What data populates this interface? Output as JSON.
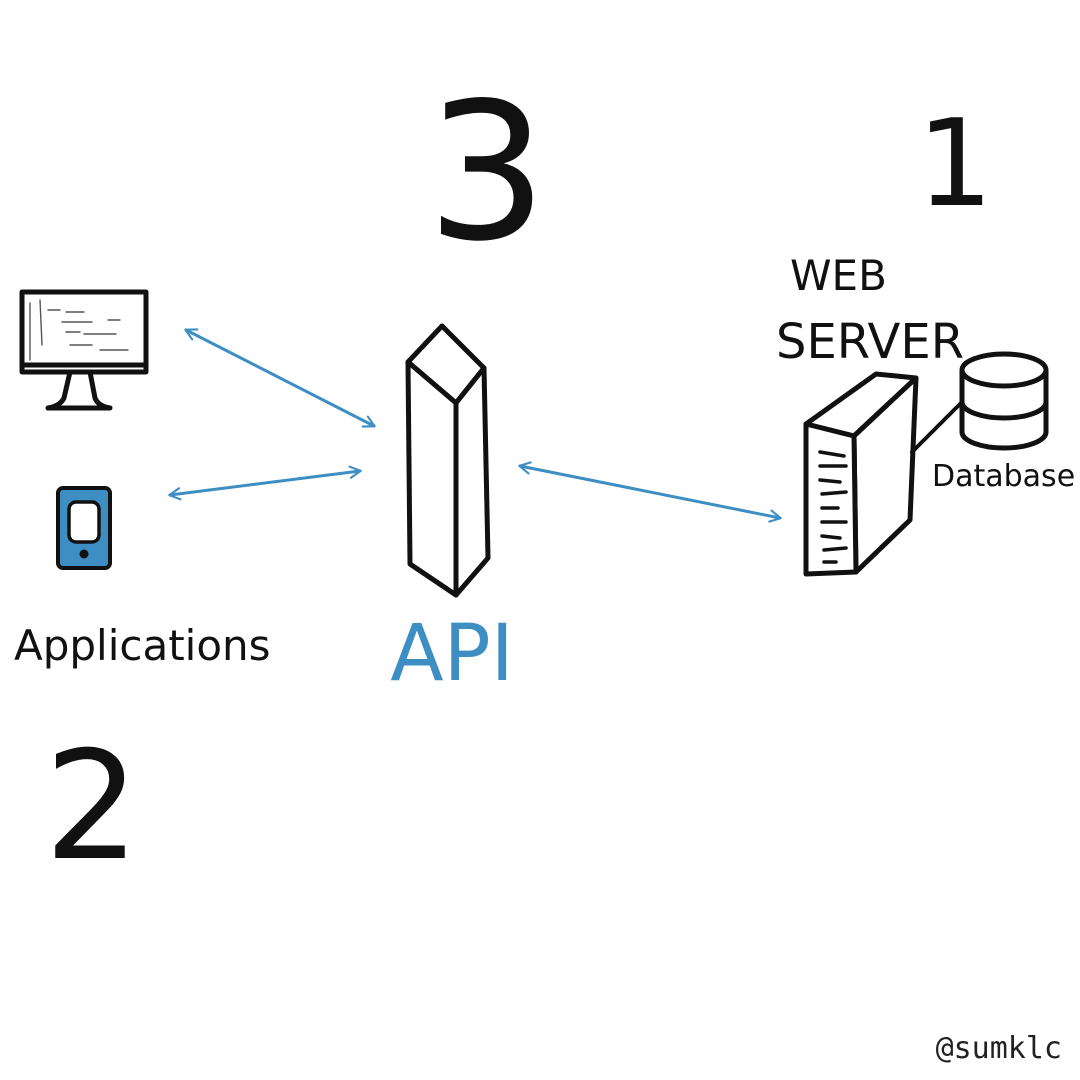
{
  "step_numbers": {
    "server": "1",
    "applications": "2",
    "api": "3"
  },
  "labels": {
    "web_server_line1": "WEB",
    "web_server_line2": "SERVER",
    "database": "Database",
    "applications": "Applications",
    "api": "API"
  },
  "credit": "@sumklc",
  "colors": {
    "ink": "#111111",
    "accent": "#3d8ec2",
    "phone_fill": "#3d8ec2"
  },
  "icons": [
    "monitor-icon",
    "phone-icon",
    "api-pillar-icon",
    "server-tower-icon",
    "database-icon"
  ]
}
